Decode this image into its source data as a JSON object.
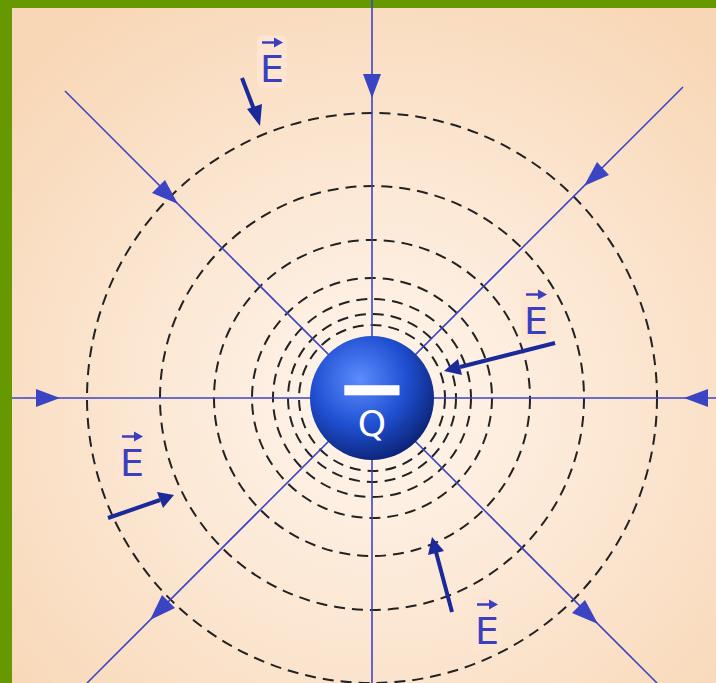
{
  "diagram": {
    "nodes": [
      {
        "text": [
          "−",
          "Q"
        ]
      }
    ],
    "labels": [
      "E",
      "E",
      "E",
      "E"
    ]
  }
}
